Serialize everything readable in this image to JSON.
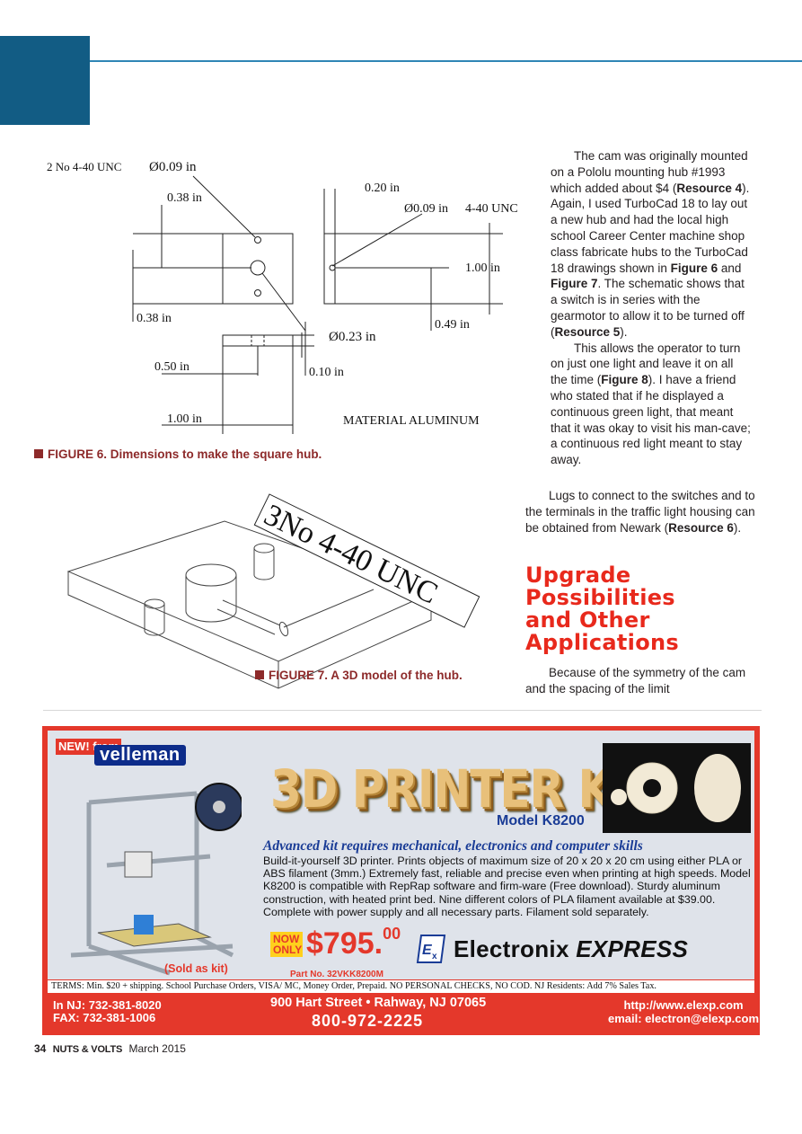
{
  "figure6": {
    "labels": {
      "holes_spec": "2 No 4-40 UNC",
      "dia_small_top": "Ø0.09 in",
      "width_020": "0.20 in",
      "dia_side": "Ø0.09 in",
      "thread_side": "4-40 UNC",
      "offset_038_top": "0.38 in",
      "height_100": "1.00 in",
      "offset_038_left": "0.38 in",
      "offset_049": "0.49 in",
      "dia_center": "Ø0.23 in",
      "offset_050": "0.50 in",
      "thickness_010": "0.10 in",
      "length_100": "1.00 in",
      "material": "MATERIAL ALUMINUM"
    },
    "caption": "FIGURE 6. Dimensions to make the square hub."
  },
  "figure7": {
    "label": "3No 4-40 UNC",
    "caption": "FIGURE 7. A 3D model of the hub."
  },
  "article": {
    "p1": [
      {
        "t": "The cam was originally mounted on a Pololu mounting hub #1993 which added about $4 ("
      },
      {
        "t": "Resource 4",
        "b": true
      },
      {
        "t": "). Again, I used TurboCad 18 to lay out a new hub and had the local high school Career Center machine shop class fabricate hubs to the TurboCad 18 drawings shown in "
      },
      {
        "t": "Figure 6",
        "b": true
      },
      {
        "t": " and "
      },
      {
        "t": "Figure 7",
        "b": true
      },
      {
        "t": ". The schematic shows that a switch is in series with the gearmotor to allow it to be turned off ("
      },
      {
        "t": "Resource 5",
        "b": true
      },
      {
        "t": ")."
      }
    ],
    "p2": [
      {
        "t": "This allows the operator to turn on just one light and leave it on all the time ("
      },
      {
        "t": "Figure 8",
        "b": true
      },
      {
        "t": "). I have a friend who stated that if he displayed a continuous green light, that meant that it was okay to visit his man-cave; a continuous red light meant to stay away."
      }
    ],
    "p3": [
      {
        "t": "Lugs to connect to the switches and to the terminals in the traffic light housing can be obtained from Newark ("
      },
      {
        "t": "Resource 6",
        "b": true
      },
      {
        "t": ")."
      }
    ],
    "heading_lines": [
      "Upgrade",
      "Possibilities",
      "and Other",
      "Applications"
    ],
    "p4": [
      {
        "t": "Because of the symmetry of the cam and the spacing of the limit"
      }
    ]
  },
  "ad": {
    "new_from": "NEW! from",
    "brand": "velleman",
    "title": "3D PRINTER KIT",
    "model": "Model K8200",
    "tagline": "Advanced kit requires mechanical, electronics and computer skills",
    "description": "Build-it-yourself 3D printer. Prints objects of maximum size of 20 x 20 x 20 cm using either PLA or ABS filament (3mm.) Extremely fast, reliable and precise even when printing at high speeds. Model K8200 is compatible with RepRap software and firm-ware (Free download). Sturdy aluminum construction, with heated print bed. Nine different colors of PLA filament available at $39.00. Complete with power supply and all necessary parts. Filament sold separately.",
    "now_only": "NOW ONLY",
    "price": "$795.",
    "price_cents": "00",
    "part_no": "Part No. 32VKK8200M",
    "sold_as_kit": "(Sold as kit)",
    "company_a": "Electronix ",
    "company_b": "EXPRESS",
    "terms": "TERMS: Min. $20 + shipping. School Purchase Orders, VISA/ MC, Money Order, Prepaid. NO PERSONAL CHECKS, NO COD. NJ Residents: Add 7% Sales Tax.",
    "nj_phone": "In NJ: 732-381-8020",
    "fax": "FAX: 732-381-1006",
    "address": "900 Hart Street • Rahway, NJ 07065",
    "phone": "800-972-2225",
    "web": "http://www.elexp.com",
    "email": "email: electron@elexp.com",
    "colors": {
      "ad_red": "#e4382b",
      "ad_blue": "#1a3c96",
      "headline_red": "#e8291c",
      "caption_red": "#8d2a2a",
      "accent_blue": "#125c84"
    }
  },
  "footer": {
    "page": "34",
    "magazine": "NUTS & VOLTS",
    "date": "March 2015"
  }
}
